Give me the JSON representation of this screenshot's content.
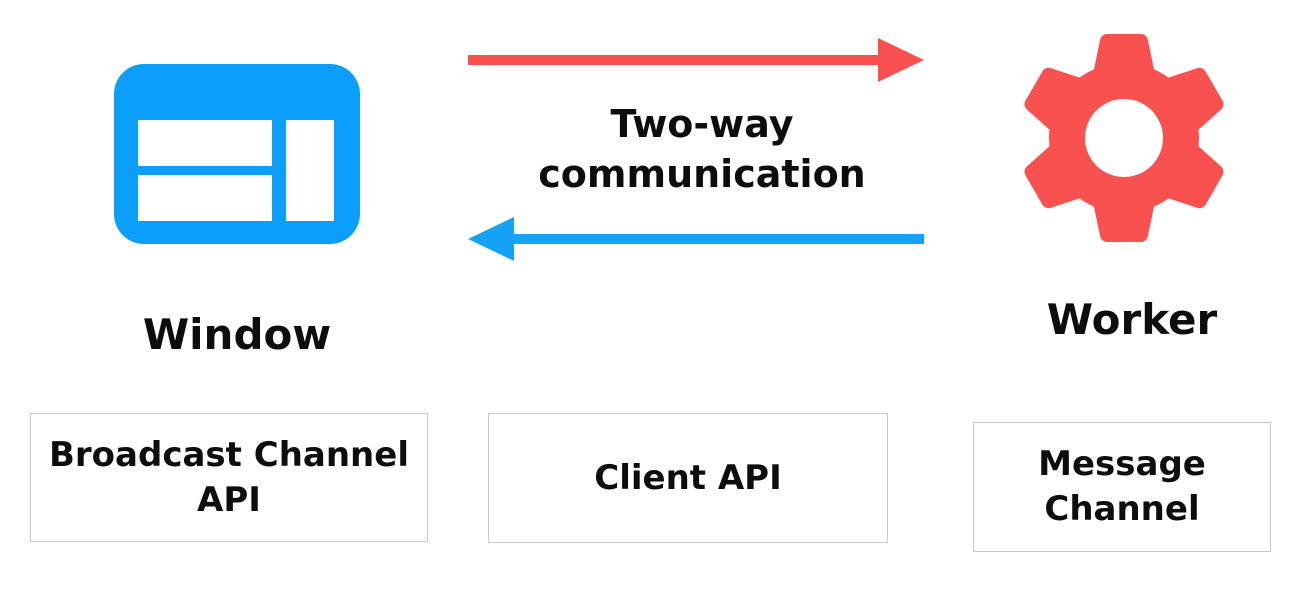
{
  "diagram": {
    "window_label": "Window",
    "worker_label": "Worker",
    "arrows_label": "Two-way communication",
    "boxes": [
      {
        "label": "Broadcast Channel API"
      },
      {
        "label": "Client API"
      },
      {
        "label": "Message Channel"
      }
    ]
  },
  "icons": {
    "window": "window-icon",
    "worker": "gear-icon",
    "top_arrow": "arrow-right-icon",
    "bottom_arrow": "arrow-left-icon"
  },
  "colors": {
    "window_blue": "#0c9efb",
    "arrow_blue": "#16a3f5",
    "worker_red": "#f95150",
    "arrow_red": "#f95150",
    "box_border": "#c9c9c9",
    "label_text": "#0d0d0d",
    "background": "#ffffff"
  }
}
